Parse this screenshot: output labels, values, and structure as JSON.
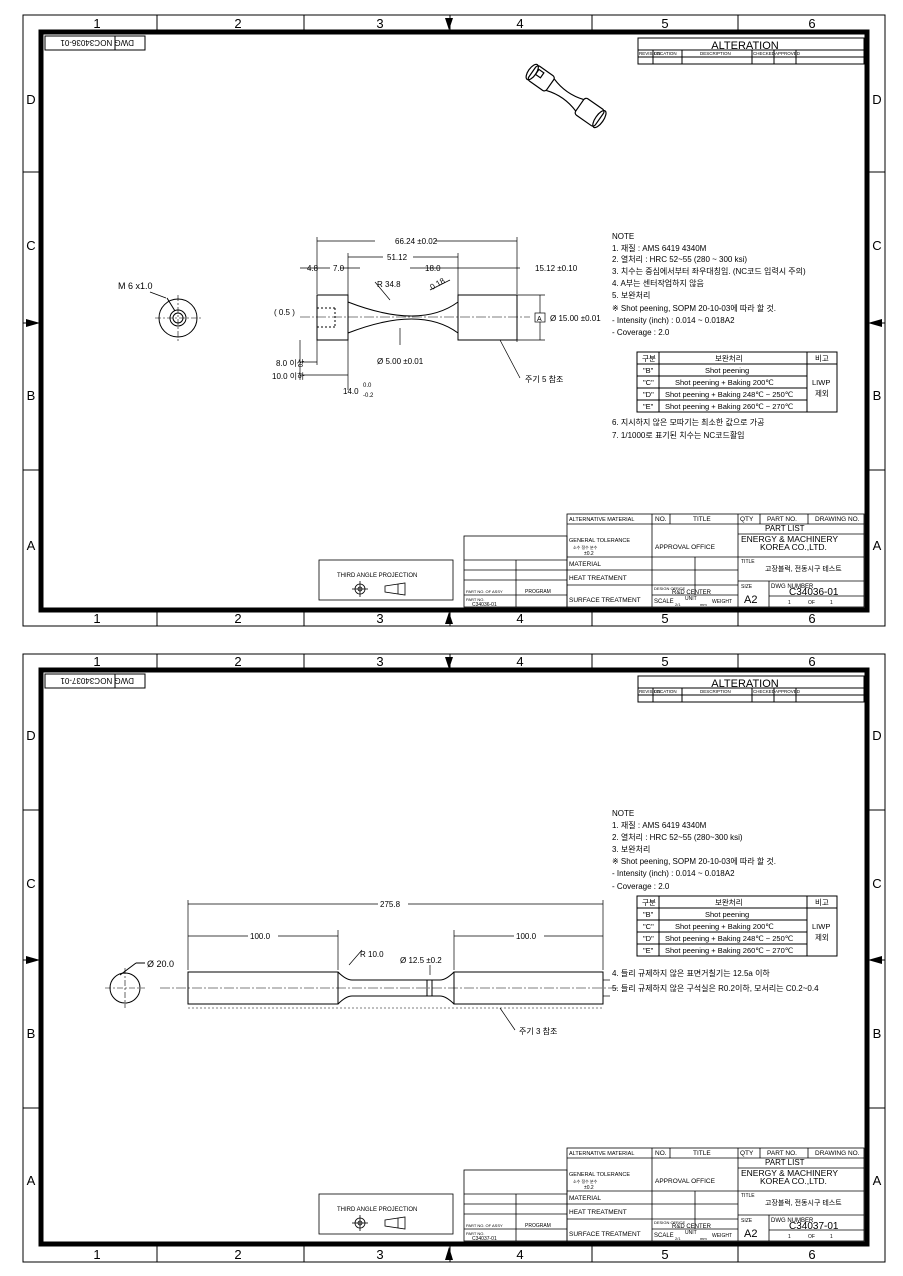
{
  "grid": {
    "cols": [
      "1",
      "2",
      "3",
      "4",
      "5",
      "6"
    ],
    "rows": [
      "D",
      "C",
      "B",
      "A"
    ]
  },
  "sheets": [
    {
      "dwg_no_label": "DWG NO",
      "dwg_no": "C34036-01",
      "alteration": {
        "title": "ALTERATION",
        "headers": [
          "REVISION",
          "LOCATION",
          "DESCRIPTION",
          "CHECKED",
          "APPROVED"
        ]
      },
      "notes": [
        "NOTE",
        "1. 재질 : AMS 6419 4340M",
        "2. 열처리 : HRC 52~55 (280 ~ 300 ksi)",
        "3. 치수는 중심에서부터 좌우대칭임. (NC코드 입력시 주의)",
        "4. A부는 센터작업하지 않음",
        "5. 보완처리",
        "※ Shot peening, SOPM 20-10-03에 따라 할 것.",
        "  - Intensity (inch) : 0.014 ~ 0.018A2",
        "  - Coverage : 2.0"
      ],
      "process_table": {
        "headers": [
          "구분",
          "보완처리",
          "비고"
        ],
        "rows": [
          [
            "\"B\"",
            "Shot peening"
          ],
          [
            "\"C\"",
            "Shot peening + Baking 200℃"
          ],
          [
            "\"D\"",
            "Shot peening + Baking 248℃ ~ 250℃"
          ],
          [
            "\"E\"",
            "Shot peening + Baking 260℃ ~ 270℃"
          ]
        ],
        "remark_lines": [
          "LIWP",
          "제외"
        ]
      },
      "notes_after": [
        "6. 지시하지 않은 모따기는 최소한 값으로 가공",
        "7. 1/1000로 표기된 치수는 NC코드활임"
      ],
      "dims": {
        "overall": "66.24 ±0.02",
        "mid": "51.12",
        "neck": "18.0",
        "right_len": "15.12 ±0.10",
        "d1": "4.8",
        "d2": "7.0",
        "radius": "R 34.8",
        "small": "0.18",
        "gap": "( 0.5 )",
        "thread": "M 6  x1.0",
        "datum": "A",
        "dia_right": "Ø 15.00 ±0.01",
        "dia_neck": "Ø 5.00 ±0.01",
        "l1": "8.0 이상",
        "l2": "10.0 이하",
        "l3": "14.0",
        "tol_top": "0.0",
        "tol_bot": "-0.2",
        "note_ref": "주기 5 참조"
      },
      "title_block": {
        "alt_material": "ALTERNATIVE MATERIAL",
        "no": "NO.",
        "title_col": "TITLE",
        "qty": "QTY",
        "part_no": "PART NO.",
        "drawing_no": "DRAWING NO.",
        "part_list": "PART LIST",
        "general_tol": "GENERAL TOLERANCE",
        "tol_sub": "소수  정수  분수",
        "tol_val": "±0.2",
        "approval": "APPROVAL OFFICE",
        "company1": "ENERGY & MACHINERY",
        "company2": "KOREA CO.,LTD.",
        "material": "MATERIAL",
        "heat": "HEAT TREATMENT",
        "surface": "SURFACE TREATMENT",
        "title_label": "TITLE",
        "title_val": "고장블럭, 전동시구 테스트",
        "design_office": "DESIGN OFFICE",
        "rnd": "R&D CENTER",
        "scale": "SCALE",
        "scale_val": "2/1",
        "unit": "UNIT",
        "unit_val": "mm",
        "weight": "WEIGHT",
        "size_label": "SIZE",
        "size": "A2",
        "dwg_number_label": "DWG NUMBER",
        "dwg_number": "C34036-01",
        "sheet": "1",
        "of": "OF",
        "sheet_total": "1",
        "third_angle": "THIRD ANGLE PROJECTION",
        "part_no_assy": "PART NO. OF ASSY",
        "program": "PROGRAM",
        "part_no_small": "PART NO.",
        "part_no_small_val": "C34036-01"
      }
    },
    {
      "dwg_no_label": "DWG NO",
      "dwg_no": "C34037-01",
      "alteration": {
        "title": "ALTERATION",
        "headers": [
          "REVISION",
          "LOCATION",
          "DESCRIPTION",
          "CHECKED",
          "APPROVED"
        ]
      },
      "notes": [
        "NOTE",
        "1. 재질 : AMS 6419 4340M",
        "2. 열처리 : HRC 52~55 (280~300 ksi)",
        "3. 보완처리",
        "※ Shot peening, SOPM 20-10-03에 따라 할 것.",
        "  - Intensity (inch) : 0.014 ~ 0.018A2",
        "  - Coverage : 2.0"
      ],
      "process_table": {
        "headers": [
          "구분",
          "보완처리",
          "비고"
        ],
        "rows": [
          [
            "\"B\"",
            "Shot peening"
          ],
          [
            "\"C\"",
            "Shot peening + Baking 200℃"
          ],
          [
            "\"D\"",
            "Shot peening + Baking 248℃ ~ 250℃"
          ],
          [
            "\"E\"",
            "Shot peening + Baking 260℃ ~ 270℃"
          ]
        ],
        "remark_lines": [
          "LIWP",
          "제외"
        ]
      },
      "notes_after": [
        "4. 들리 규제하지 않은 표면거칠기는 12.5a 이하",
        "5. 들리 규제하지 않은 구석실은 R0.2이하, 모서리는 C0.2~0.4"
      ],
      "dims": {
        "overall": "275.8",
        "left": "100.0",
        "right": "100.0",
        "radius": "R 10.0",
        "neck": "Ø 12.5 ±0.2",
        "dia": "Ø 20.0",
        "note_ref": "주기 3 참조"
      },
      "title_block": {
        "alt_material": "ALTERNATIVE MATERIAL",
        "no": "NO.",
        "title_col": "TITLE",
        "qty": "QTY",
        "part_no": "PART NO.",
        "drawing_no": "DRAWING NO.",
        "part_list": "PART LIST",
        "general_tol": "GENERAL TOLERANCE",
        "tol_sub": "소수  정수  분수",
        "tol_val": "±0.2",
        "approval": "APPROVAL OFFICE",
        "company1": "ENERGY & MACHINERY",
        "company2": "KOREA CO.,LTD.",
        "material": "MATERIAL",
        "heat": "HEAT TREATMENT",
        "surface": "SURFACE TREATMENT",
        "title_label": "TITLE",
        "title_val": "고장블럭, 전동시구 테스트",
        "design_office": "DESIGN OFFICE",
        "rnd": "R&D CENTER",
        "scale": "SCALE",
        "scale_val": "2/1",
        "unit": "UNIT",
        "unit_val": "mm",
        "weight": "WEIGHT",
        "size_label": "SIZE",
        "size": "A2",
        "dwg_number_label": "DWG NUMBER",
        "dwg_number": "C34037-01",
        "sheet": "1",
        "of": "OF",
        "sheet_total": "1",
        "third_angle": "THIRD ANGLE PROJECTION",
        "part_no_assy": "PART NO. OF ASSY",
        "program": "PROGRAM",
        "part_no_small": "PART NO.",
        "part_no_small_val": "C34037-01"
      }
    }
  ]
}
